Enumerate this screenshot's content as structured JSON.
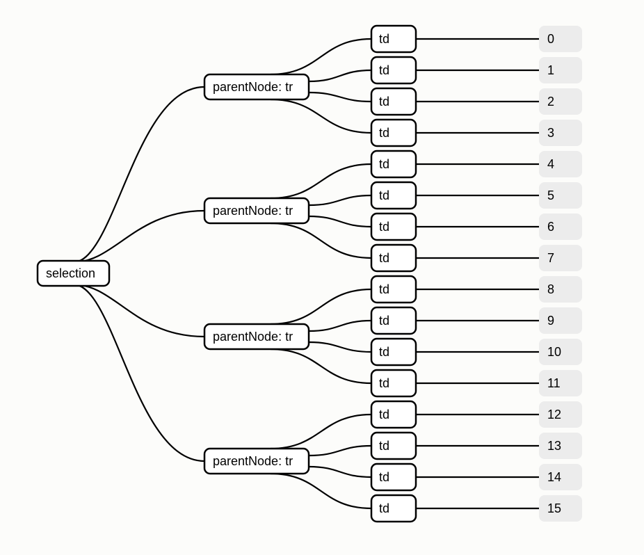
{
  "root": {
    "label": "selection"
  },
  "groups": [
    {
      "label": "parentNode: tr",
      "cells": [
        {
          "label": "td",
          "value": "0"
        },
        {
          "label": "td",
          "value": "1"
        },
        {
          "label": "td",
          "value": "2"
        },
        {
          "label": "td",
          "value": "3"
        }
      ]
    },
    {
      "label": "parentNode: tr",
      "cells": [
        {
          "label": "td",
          "value": "4"
        },
        {
          "label": "td",
          "value": "5"
        },
        {
          "label": "td",
          "value": "6"
        },
        {
          "label": "td",
          "value": "7"
        }
      ]
    },
    {
      "label": "parentNode: tr",
      "cells": [
        {
          "label": "td",
          "value": "8"
        },
        {
          "label": "td",
          "value": "9"
        },
        {
          "label": "td",
          "value": "10"
        },
        {
          "label": "td",
          "value": "11"
        }
      ]
    },
    {
      "label": "parentNode: tr",
      "cells": [
        {
          "label": "td",
          "value": "12"
        },
        {
          "label": "td",
          "value": "13"
        },
        {
          "label": "td",
          "value": "14"
        },
        {
          "label": "td",
          "value": "15"
        }
      ]
    }
  ],
  "colors": {
    "background": "#fcfcfa",
    "node_fill": "#ffffff",
    "node_stroke": "#000000",
    "data_fill": "#ececec"
  }
}
